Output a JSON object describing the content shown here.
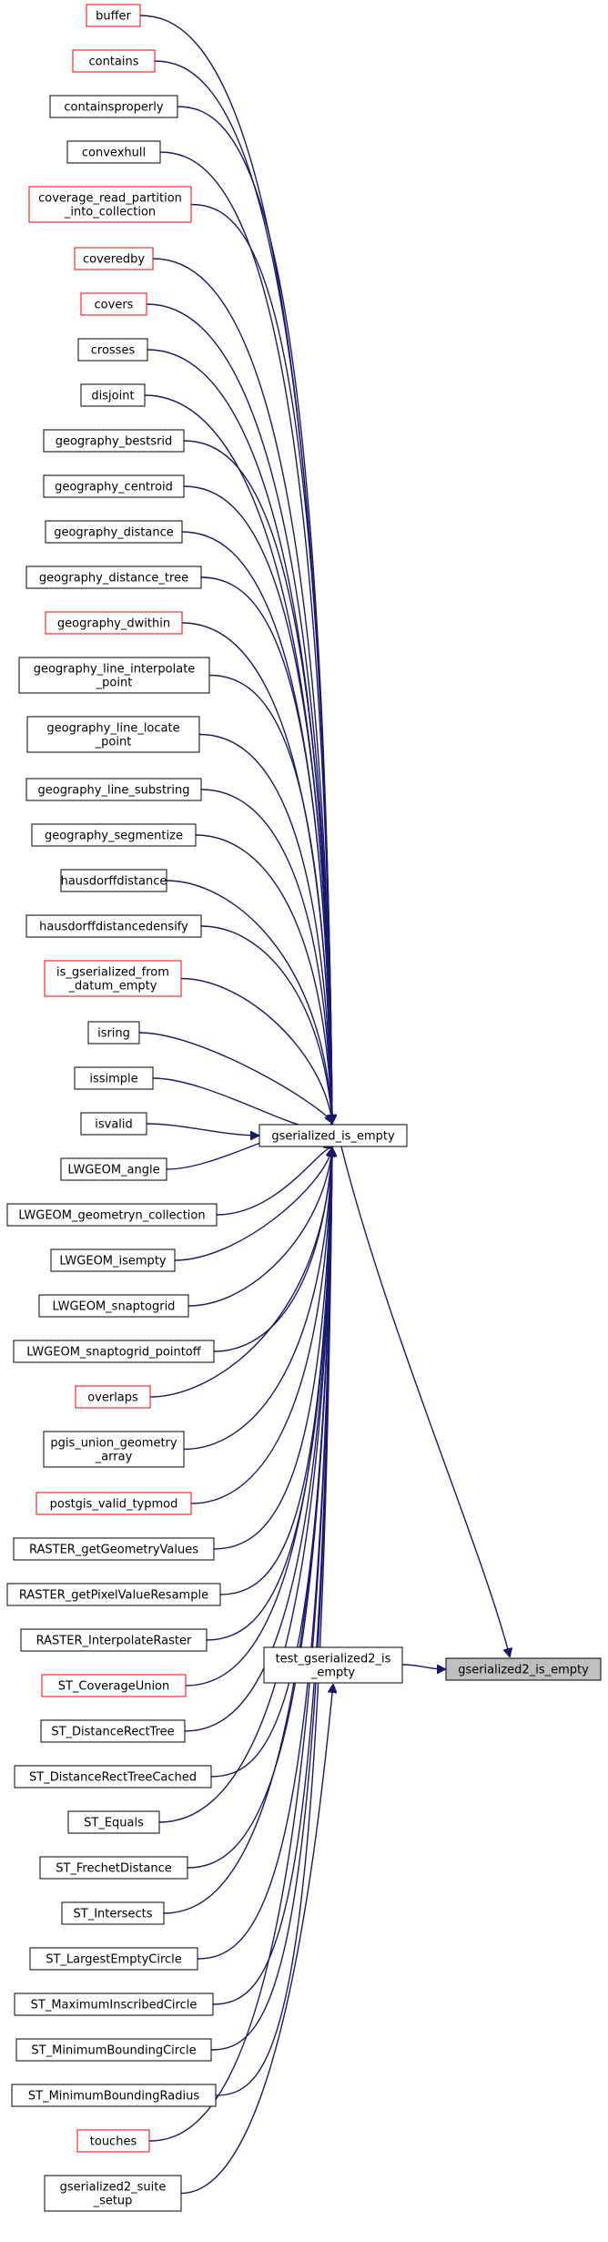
{
  "colors": {
    "edge": "#191970",
    "box_border": "#000000",
    "box_border_highlight": "#ff0000",
    "target_fill": "#bfbfbf",
    "box_fill": "#ffffff"
  },
  "target": {
    "label": "gserialized2_is_empty"
  },
  "hub": {
    "label": "gserialized_is_empty"
  },
  "middle": {
    "label": [
      "test_gserialized2_is",
      "_empty"
    ]
  },
  "callers": [
    {
      "label": [
        "buffer"
      ],
      "highlight": true
    },
    {
      "label": [
        "contains"
      ],
      "highlight": true
    },
    {
      "label": [
        "containsproperly"
      ],
      "highlight": false
    },
    {
      "label": [
        "convexhull"
      ],
      "highlight": false
    },
    {
      "label": [
        "coverage_read_partition",
        "_into_collection"
      ],
      "highlight": true
    },
    {
      "label": [
        "coveredby"
      ],
      "highlight": true
    },
    {
      "label": [
        "covers"
      ],
      "highlight": true
    },
    {
      "label": [
        "crosses"
      ],
      "highlight": false
    },
    {
      "label": [
        "disjoint"
      ],
      "highlight": false
    },
    {
      "label": [
        "geography_bestsrid"
      ],
      "highlight": false
    },
    {
      "label": [
        "geography_centroid"
      ],
      "highlight": false
    },
    {
      "label": [
        "geography_distance"
      ],
      "highlight": false
    },
    {
      "label": [
        "geography_distance_tree"
      ],
      "highlight": false
    },
    {
      "label": [
        "geography_dwithin"
      ],
      "highlight": true
    },
    {
      "label": [
        "geography_line_interpolate",
        "_point"
      ],
      "highlight": false
    },
    {
      "label": [
        "geography_line_locate",
        "_point"
      ],
      "highlight": false
    },
    {
      "label": [
        "geography_line_substring"
      ],
      "highlight": false
    },
    {
      "label": [
        "geography_segmentize"
      ],
      "highlight": false
    },
    {
      "label": [
        "hausdorffdistance"
      ],
      "highlight": false
    },
    {
      "label": [
        "hausdorffdistancedensify"
      ],
      "highlight": false
    },
    {
      "label": [
        "is_gserialized_from",
        "_datum_empty"
      ],
      "highlight": true
    },
    {
      "label": [
        "isring"
      ],
      "highlight": false
    },
    {
      "label": [
        "issimple"
      ],
      "highlight": false
    },
    {
      "label": [
        "isvalid"
      ],
      "highlight": false
    },
    {
      "label": [
        "LWGEOM_angle"
      ],
      "highlight": false
    },
    {
      "label": [
        "LWGEOM_geometryn_collection"
      ],
      "highlight": false
    },
    {
      "label": [
        "LWGEOM_isempty"
      ],
      "highlight": false
    },
    {
      "label": [
        "LWGEOM_snaptogrid"
      ],
      "highlight": false
    },
    {
      "label": [
        "LWGEOM_snaptogrid_pointoff"
      ],
      "highlight": false
    },
    {
      "label": [
        "overlaps"
      ],
      "highlight": true
    },
    {
      "label": [
        "pgis_union_geometry",
        "_array"
      ],
      "highlight": false
    },
    {
      "label": [
        "postgis_valid_typmod"
      ],
      "highlight": true
    },
    {
      "label": [
        "RASTER_getGeometryValues"
      ],
      "highlight": false
    },
    {
      "label": [
        "RASTER_getPixelValueResample"
      ],
      "highlight": false
    },
    {
      "label": [
        "RASTER_InterpolateRaster"
      ],
      "highlight": false
    },
    {
      "label": [
        "ST_CoverageUnion"
      ],
      "highlight": true
    },
    {
      "label": [
        "ST_DistanceRectTree"
      ],
      "highlight": false
    },
    {
      "label": [
        "ST_DistanceRectTreeCached"
      ],
      "highlight": false
    },
    {
      "label": [
        "ST_Equals"
      ],
      "highlight": false
    },
    {
      "label": [
        "ST_FrechetDistance"
      ],
      "highlight": false
    },
    {
      "label": [
        "ST_Intersects"
      ],
      "highlight": false
    },
    {
      "label": [
        "ST_LargestEmptyCircle"
      ],
      "highlight": false
    },
    {
      "label": [
        "ST_MaximumInscribedCircle"
      ],
      "highlight": false
    },
    {
      "label": [
        "ST_MinimumBoundingCircle"
      ],
      "highlight": false
    },
    {
      "label": [
        "ST_MinimumBoundingRadius"
      ],
      "highlight": false
    },
    {
      "label": [
        "touches"
      ],
      "highlight": true
    }
  ],
  "suite": {
    "label": [
      "gserialized2_suite",
      "_setup"
    ],
    "highlight": false
  }
}
